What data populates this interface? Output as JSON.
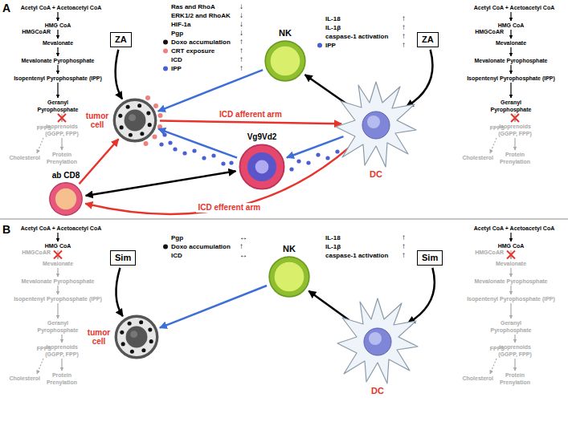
{
  "diagram": {
    "nodes": [
      {
        "text": [
          "ZA"
        ]
      },
      {
        "text": [
          "NK"
        ]
      },
      {
        "text": [
          "ZA"
        ]
      },
      {
        "text": [
          "tumor cell"
        ]
      },
      {
        "text": [
          "Vg9Vd2"
        ]
      },
      {
        "text": [
          "DC"
        ]
      },
      {
        "text": [
          "ab CD8"
        ]
      },
      {
        "text": [
          "Sim"
        ]
      },
      {
        "text": [
          "NK"
        ]
      },
      {
        "text": [
          "Sim"
        ]
      },
      {
        "text": [
          "tumor cell"
        ]
      },
      {
        "text": [
          "DC"
        ]
      }
    ],
    "edges": [
      {
        "from": 0,
        "to": 3,
        "arrow": "to"
      },
      {
        "from": 2,
        "to": 5,
        "arrow": "to"
      },
      {
        "from": 1,
        "to": 3,
        "arrow": "to"
      },
      {
        "from": 4,
        "to": 3,
        "arrow": "to"
      },
      {
        "from": 5,
        "to": 1,
        "arrow": "to"
      },
      {
        "from": 5,
        "to": 4,
        "arrow": "to"
      },
      {
        "from": 3,
        "to": 5,
        "arrow": "to",
        "label": "ICD afferent arm"
      },
      {
        "from": 5,
        "to": 6,
        "arrow": "to",
        "label": "ICD efferent arm"
      },
      {
        "from": 6,
        "to": 3,
        "arrow": "to"
      },
      {
        "from": 6,
        "to": 4,
        "arrow": "both"
      },
      {
        "from": 7,
        "to": 10,
        "arrow": "to"
      },
      {
        "from": 9,
        "to": 11,
        "arrow": "to"
      },
      {
        "from": 8,
        "to": 10,
        "arrow": "to"
      },
      {
        "from": 11,
        "to": 8,
        "arrow": "to"
      }
    ],
    "labels": [
      "A",
      "Acetyl CoA + Acetoacetyl CoA",
      "HMG CoA",
      "HMGCoAR",
      "Mevalonate",
      "Mevalonate Pyrophosphate",
      "Isopentenyl Pyrophosphate (IPP)",
      "Geranyl Pyrophosphate",
      "FPPS",
      "Isoprenoids (GGPP, FPP)",
      "Cholesterol",
      "Protein Prenylation",
      "Ras and RhoA",
      "↓",
      "ERK1/2 and RhoAK",
      "↓",
      "HIF-1a",
      "↓",
      "Pgp",
      "↓",
      "Doxo accumulation",
      "↑",
      "CRT exposure",
      "↑",
      "ICD",
      "↑",
      "IPP",
      "↑",
      "IL-18",
      "↑",
      "IL-1β",
      "↑",
      "caspase-1 activation",
      "↑",
      "IPP",
      "↑",
      "Acetyl CoA + Acetoacetyl CoA",
      "HMG CoA",
      "HMGCoAR",
      "Mevalonate",
      "Mevalonate Pyrophosphate",
      "Isopentenyl Pyrophosphate (IPP)",
      "Geranyl Pyrophosphate",
      "FPPS",
      "Isoprenoids (GGPP, FPP)",
      "Cholesterol",
      "Protein Prenylation",
      "B",
      "Acetyl CoA + Acetoacetyl CoA",
      "HMG CoA",
      "HMGCoAR",
      "Mevalonate",
      "Mevalonate Pyrophosphate",
      "Isopentenyl Pyrophosphate (IPP)",
      "Geranyl Pyrophosphate",
      "FPPS",
      "Isoprenoids (GGPP, FPP)",
      "Cholesterol",
      "Protein Prenylation",
      "Pgp",
      "↔",
      "Doxo accumulation",
      "↑",
      "ICD",
      "↔",
      "IL-18",
      "↑",
      "IL-1β",
      "↑",
      "caspase-1 activation",
      "↑",
      "Acetyl CoA + Acetoacetyl CoA",
      "HMG CoA",
      "HMGCoAR",
      "Mevalonate",
      "Mevalonate Pyrophosphate",
      "Isopentenyl Pyrophosphate (IPP)",
      "Geranyl Pyrophosphate",
      "FPPS",
      "Isoprenoids (GGPP, FPP)",
      "Cholesterol",
      "Protein Prenylation"
    ]
  }
}
